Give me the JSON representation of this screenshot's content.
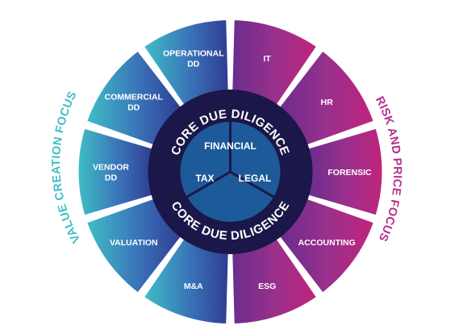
{
  "colors": {
    "value_creation": "#3fbfc7",
    "risk_price": "#b5308a",
    "ring": "#1b1748",
    "center": "#1c5a9a"
  },
  "side_labels": {
    "left": "VALUE CREATION FOCUS",
    "right": "RISK AND PRICE FOCUS"
  },
  "ring_labels": {
    "top": "CORE DUE DILIGENCE",
    "bottom": "CORE DUE DILIGENCE"
  },
  "core": {
    "financial": "FINANCIAL",
    "tax": "TAX",
    "legal": "LEGAL"
  },
  "segments": {
    "operational_dd": [
      "OPERATIONAL",
      "DD"
    ],
    "it": [
      "IT"
    ],
    "hr": [
      "HR"
    ],
    "forensic": [
      "FORENSIC"
    ],
    "accounting": [
      "ACCOUNTING"
    ],
    "esg": [
      "ESG"
    ],
    "m_and_a": [
      "M&A"
    ],
    "valuation": [
      "VALUATION"
    ],
    "vendor_dd": [
      "VENDOR",
      "DD"
    ],
    "commercial_dd": [
      "COMMERCIAL",
      "DD"
    ]
  }
}
